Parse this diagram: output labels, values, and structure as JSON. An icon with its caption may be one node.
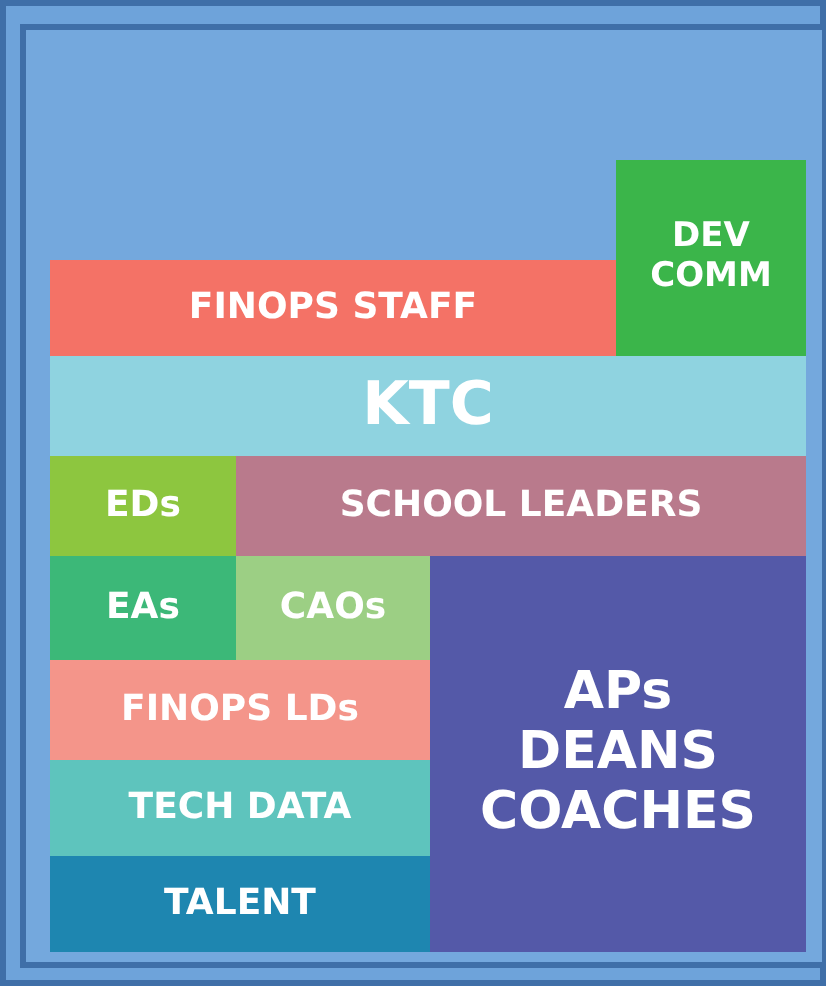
{
  "diagram": {
    "nodes": [
      {
        "text": [
          "DEV COMM"
        ]
      },
      {
        "text": [
          "FINOPS STAFF"
        ]
      },
      {
        "text": [
          "KTC"
        ]
      },
      {
        "text": [
          "EDs"
        ]
      },
      {
        "text": [
          "SCHOOL LEADERS"
        ]
      },
      {
        "text": [
          "EAs"
        ]
      },
      {
        "text": [
          "CAOs"
        ]
      },
      {
        "text": [
          "APs DEANS COACHES"
        ]
      },
      {
        "text": [
          "FINOPS LDs"
        ]
      },
      {
        "text": [
          "TECH DATA"
        ]
      },
      {
        "text": [
          "TALENT"
        ]
      }
    ]
  }
}
